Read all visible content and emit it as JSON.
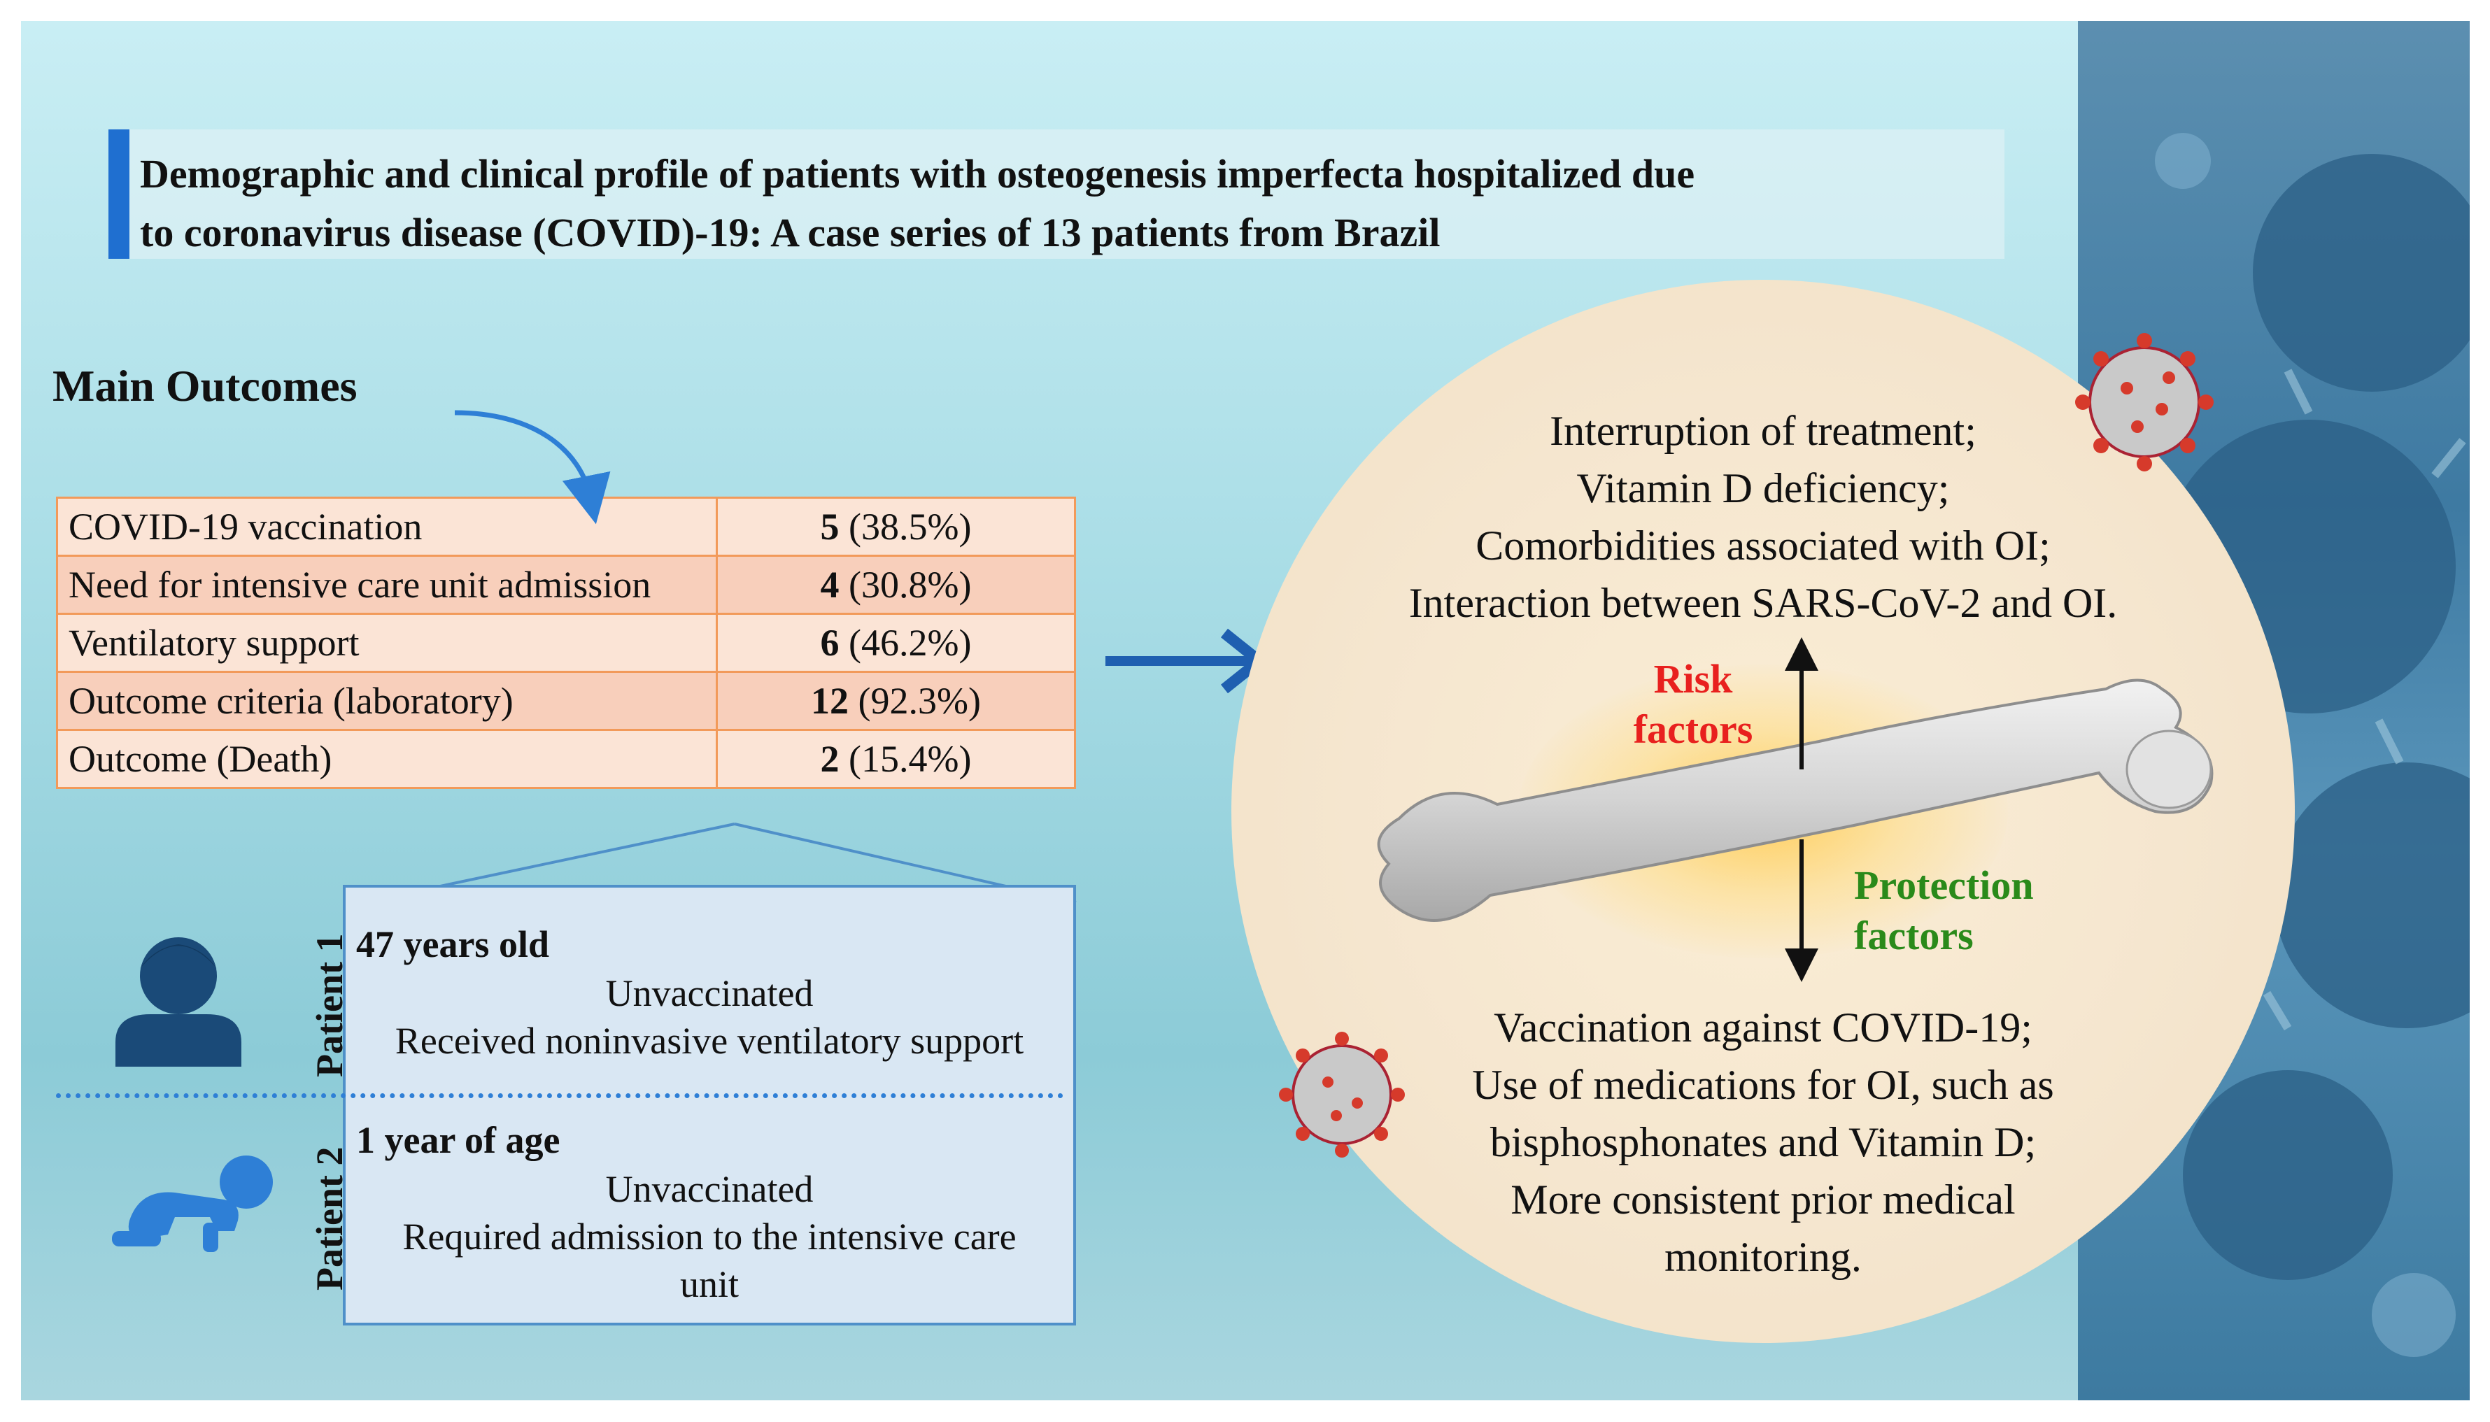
{
  "title": {
    "line1": "Demographic and clinical profile of patients with osteogenesis imperfecta hospitalized due",
    "line2": "to coronavirus disease (COVID)-19: A case series of 13 patients from Brazil"
  },
  "main_outcomes_heading": "Main Outcomes",
  "outcomes": [
    {
      "label": "COVID-19 vaccination",
      "count": "5",
      "pct": " (38.5%)"
    },
    {
      "label": "Need for intensive care unit admission",
      "count": "4",
      "pct": " (30.8%)"
    },
    {
      "label": "Ventilatory support",
      "count": "6",
      "pct": " (46.2%)"
    },
    {
      "label": "Outcome criteria (laboratory)",
      "count": "12",
      "pct": " (92.3%)"
    },
    {
      "label": "Outcome (Death)",
      "count": "2",
      "pct": " (15.4%)"
    }
  ],
  "patients": [
    {
      "label": "Patient 1",
      "age": "47 years old",
      "line1": "Unvaccinated",
      "line2": "Received noninvasive ventilatory support",
      "line3": "",
      "icon": "adult-person-icon"
    },
    {
      "label": "Patient 2",
      "age": "1 year of age",
      "line1": "Unvaccinated",
      "line2": "Required admission to the intensive care",
      "line3": "unit",
      "icon": "crawling-baby-icon"
    }
  ],
  "risk": {
    "label_line1": "Risk",
    "label_line2": "factors",
    "items": [
      "Interruption of treatment;",
      "Vitamin D deficiency;",
      "Comorbidities associated with OI;",
      "Interaction between SARS-CoV-2 and OI."
    ]
  },
  "protection": {
    "label_line1": "Protection",
    "label_line2": "factors",
    "items": [
      "Vaccination against COVID-19;",
      "Use of medications for OI, such as",
      "bisphosphonates and Vitamin D;",
      "More consistent prior medical",
      "monitoring."
    ]
  },
  "colors": {
    "title_accent": "#1f6fd0",
    "table_border": "#f29a5a",
    "arrow_blue": "#1f5fb0",
    "risk_red": "#e8201e",
    "protection_green": "#2a8a1a"
  },
  "icons": [
    "adult-person-icon",
    "crawling-baby-icon",
    "femur-bone-icon",
    "coronavirus-icon"
  ]
}
